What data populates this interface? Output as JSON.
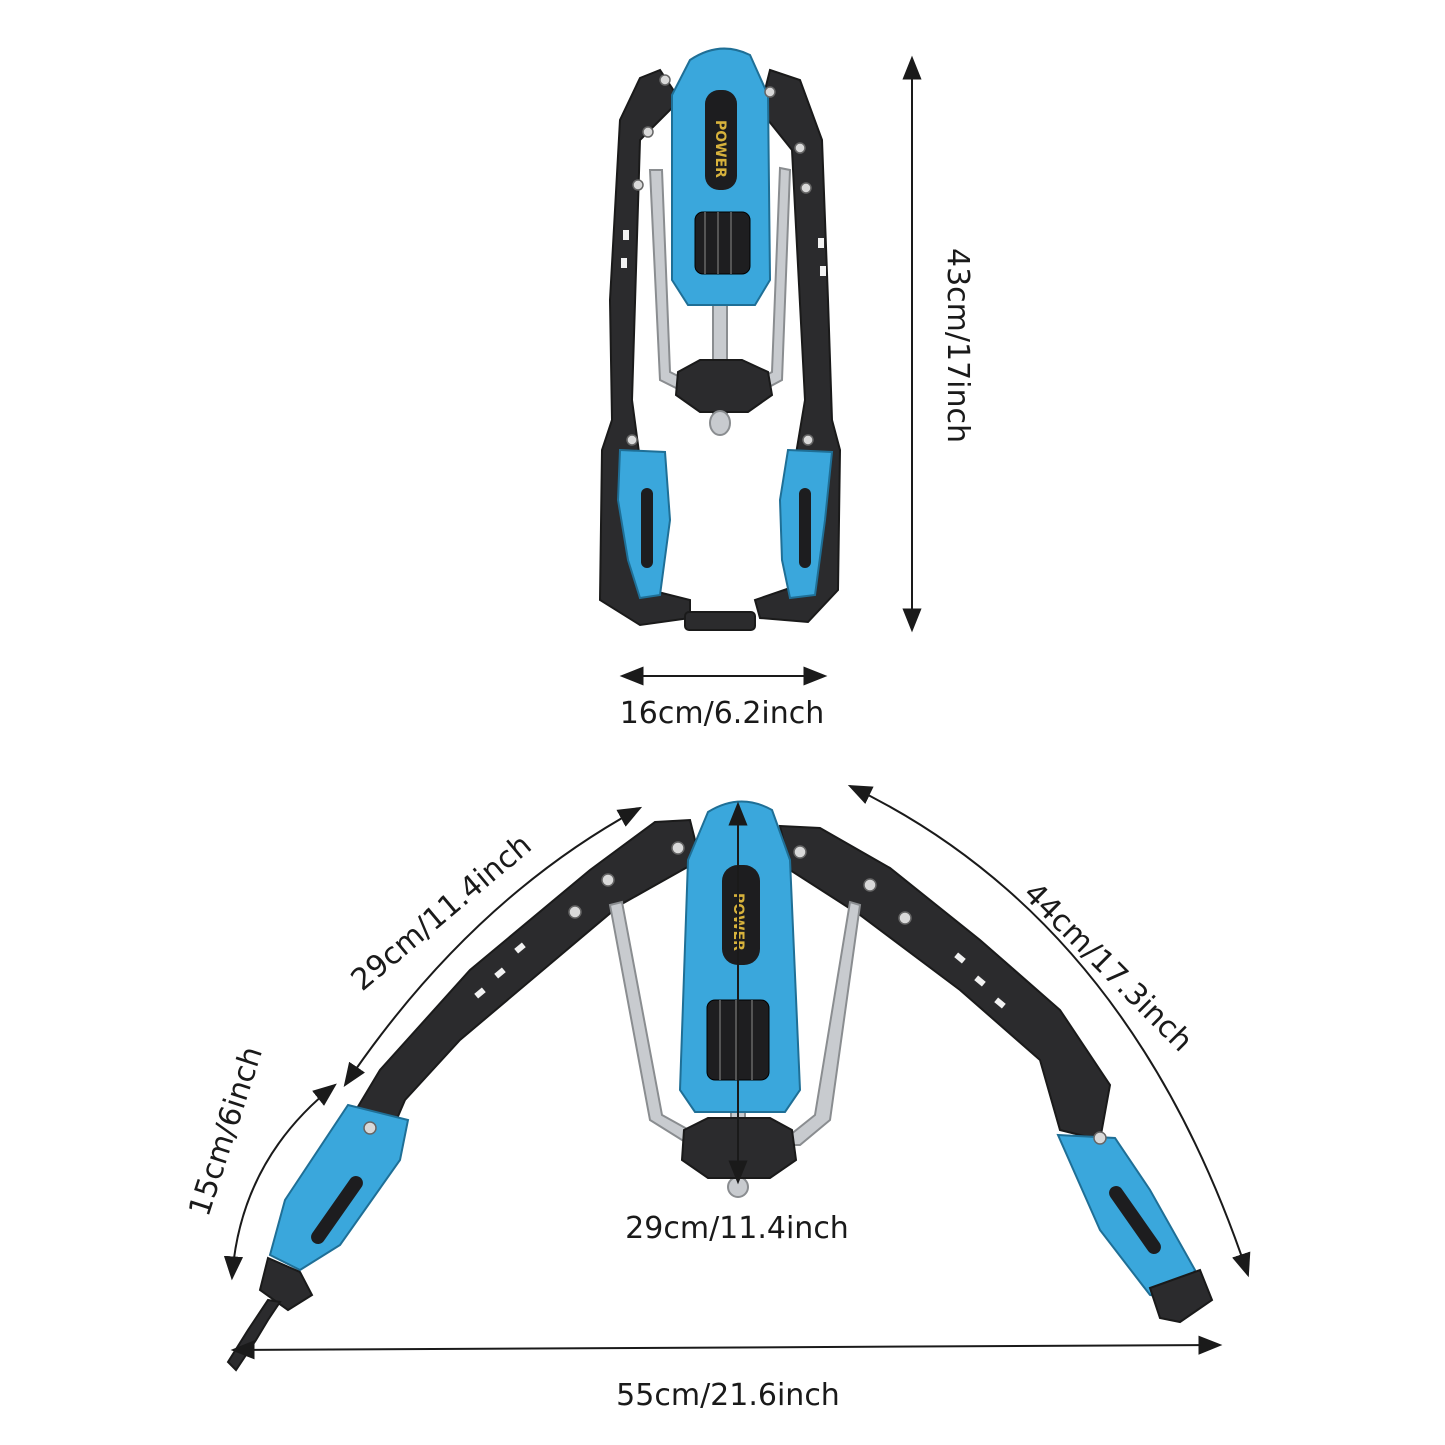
{
  "product_image": {
    "brand_label": "POWER",
    "top_view": {
      "height_label": "43cm/17inch",
      "width_label": "16cm/6.2inch"
    },
    "open_view": {
      "upper_arm_label": "29cm/11.4inch",
      "grip_label": "15cm/6inch",
      "right_arc_label": "44cm/17.3inch",
      "center_height_label": "29cm/11.4inch",
      "total_width_label": "55cm/21.6inch"
    },
    "colors": {
      "frame": "#2b2b2d",
      "accent_blue": "#3aa7dc",
      "metal": "#c8cbcf",
      "background": "#ffffff"
    }
  }
}
